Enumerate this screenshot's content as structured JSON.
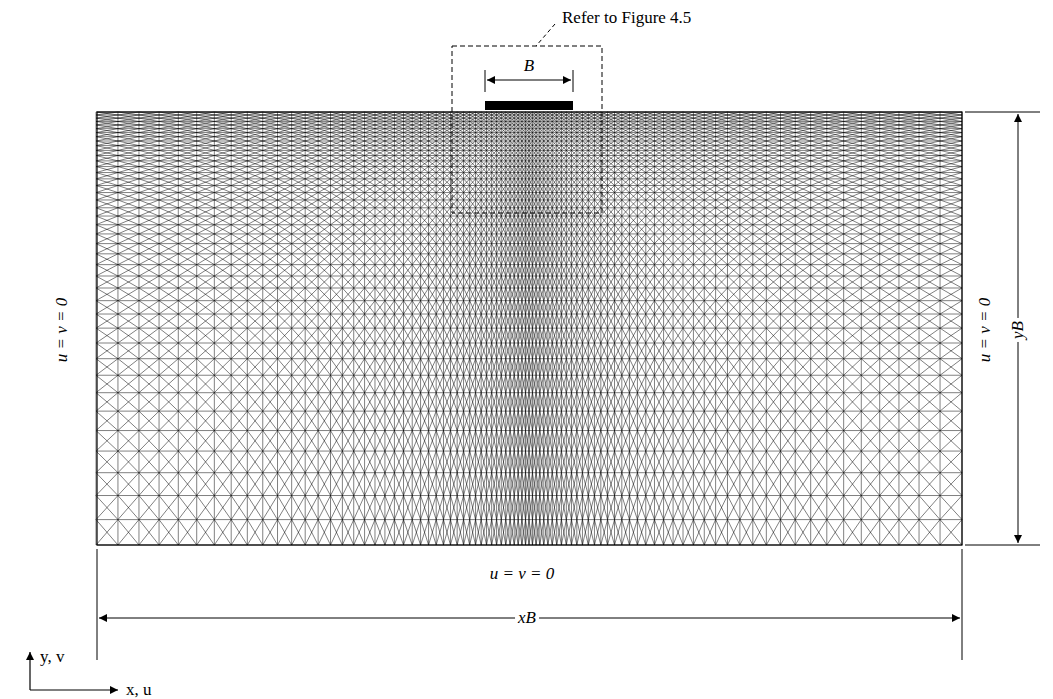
{
  "diagram": {
    "labels": [
      "Refer to Figure 4.5",
      "B",
      "u = v = 0",
      "u = v = 0",
      "yB",
      "u = v = 0",
      "xB",
      "y, v",
      "x, u"
    ]
  }
}
